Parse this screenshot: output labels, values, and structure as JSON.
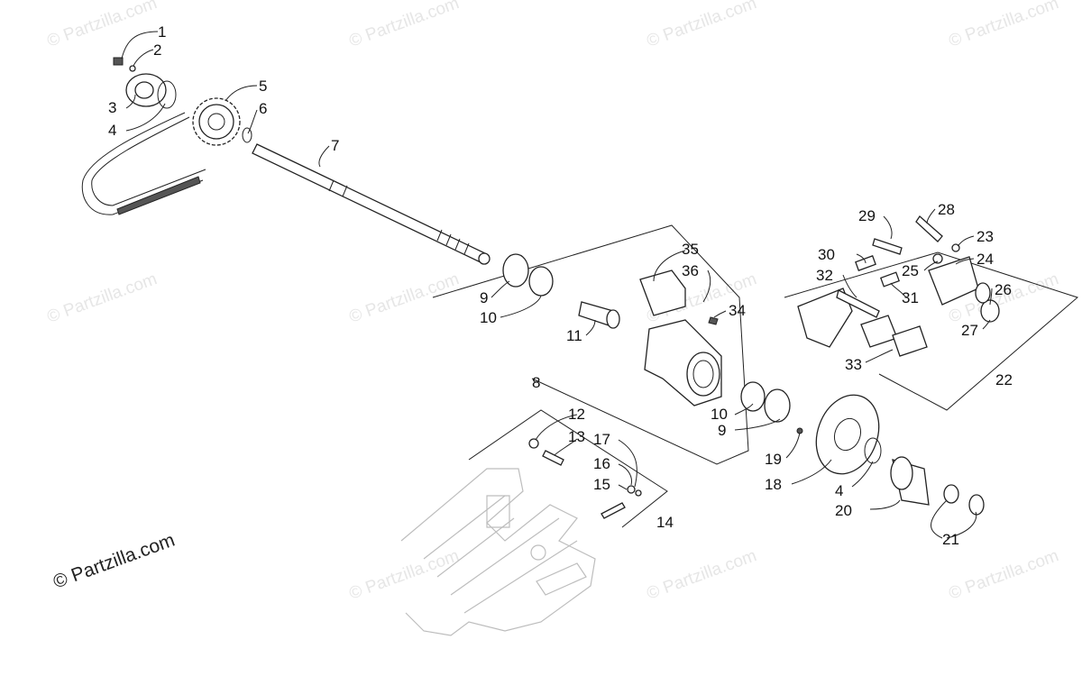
{
  "watermark": "© Partzilla.com",
  "copyright": "© Partzilla.com",
  "callouts": [
    "1",
    "2",
    "3",
    "4",
    "5",
    "6",
    "7",
    "8",
    "9",
    "10",
    "11",
    "9",
    "10",
    "12",
    "13",
    "17",
    "16",
    "15",
    "14",
    "35",
    "36",
    "34",
    "29",
    "28",
    "23",
    "24",
    "30",
    "25",
    "32",
    "31",
    "26",
    "27",
    "33",
    "22",
    "19",
    "18",
    "4",
    "20",
    "21"
  ]
}
